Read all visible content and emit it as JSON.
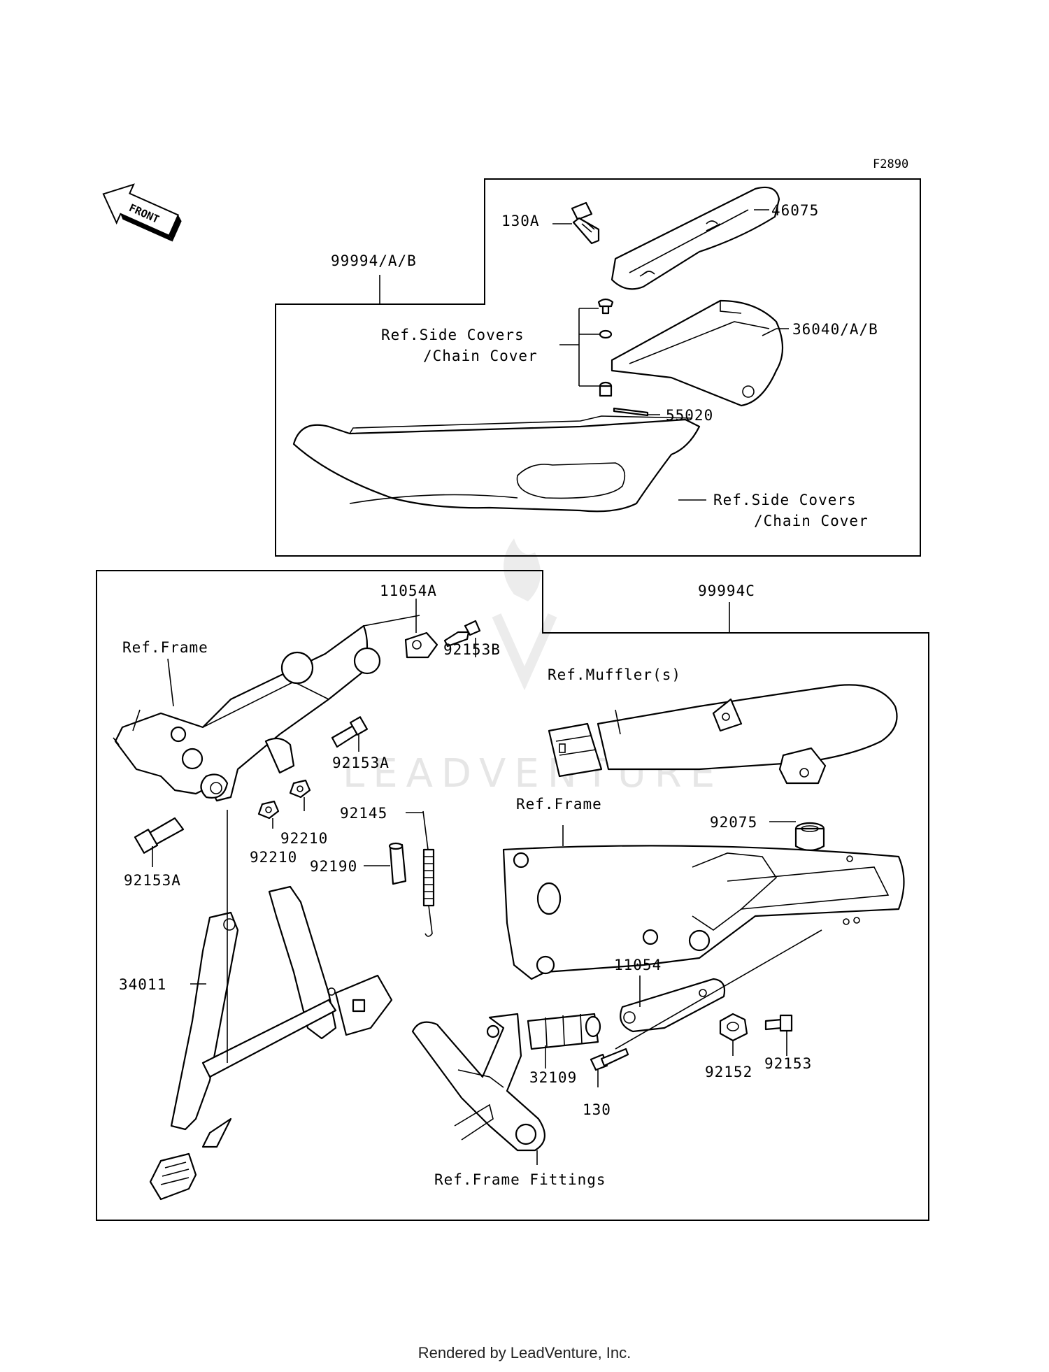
{
  "diagram": {
    "code": "F2890",
    "front_arrow": "FRONT",
    "footer": "Rendered by LeadVenture, Inc.",
    "watermark": "LEADVENTURE",
    "labels": {
      "l_46075": "46075",
      "l_130a": "130A",
      "l_99994ab": "99994/A/B",
      "l_36040ab": "36040/A/B",
      "l_refside1a": "Ref.Side Covers",
      "l_refside1b": "/Chain Cover",
      "l_55020": "55020",
      "l_refside2a": "Ref.Side Covers",
      "l_refside2b": "/Chain Cover",
      "l_11054a": "11054A",
      "l_99994c": "99994C",
      "l_refframe1": "Ref.Frame",
      "l_92153b": "92153B",
      "l_refmuffler": "Ref.Muffler(s)",
      "l_92153a_1": "92153A",
      "l_92210_1": "92210",
      "l_92210_2": "92210",
      "l_92145": "92145",
      "l_refframe2": "Ref.Frame",
      "l_92075": "92075",
      "l_92190": "92190",
      "l_92153a_2": "92153A",
      "l_34011": "34011",
      "l_11054": "11054",
      "l_32109": "32109",
      "l_92152": "92152",
      "l_92153": "92153",
      "l_130": "130",
      "l_refframefit": "Ref.Frame Fittings"
    }
  }
}
